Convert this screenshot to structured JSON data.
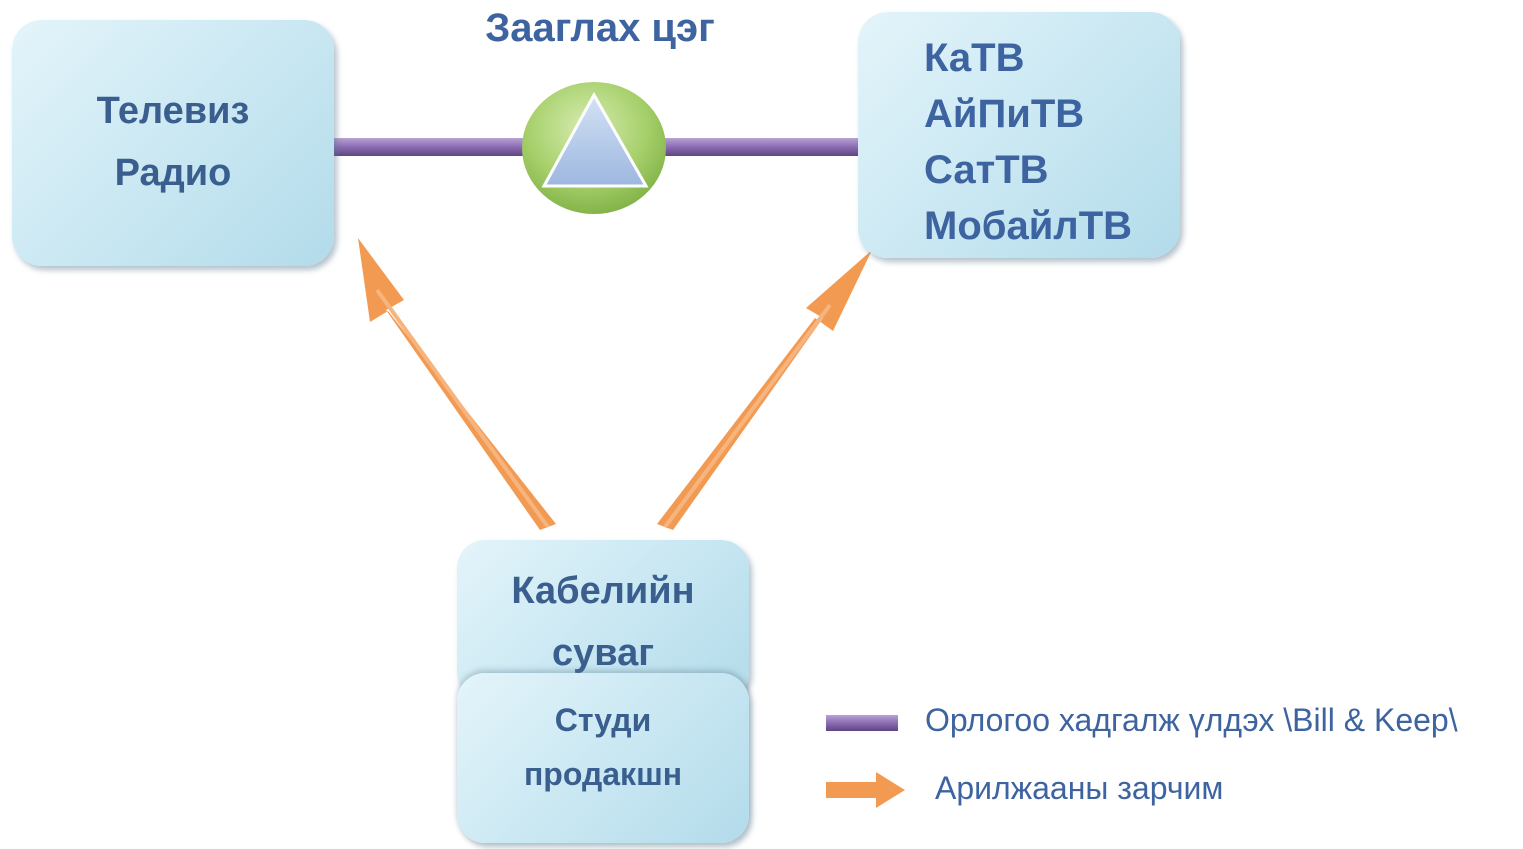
{
  "gateway": {
    "title": "Зааглах цэг"
  },
  "nodes": {
    "broadcast": {
      "lines": [
        "Телевиз",
        "Радио"
      ]
    },
    "platforms": {
      "lines": [
        "КаТВ",
        "АйПиТВ",
        "СатТВ",
        "МобайлТВ"
      ]
    },
    "cable_channel": {
      "lines": [
        "Кабелийн",
        "суваг"
      ]
    },
    "studio": {
      "lines": [
        "Студи",
        "продакшн"
      ]
    }
  },
  "legend": {
    "bill_and_keep": "Орлогоо хадгалж үлдэх \\Bill & Keep\\",
    "trade_principle": "Арилжааны зарчим"
  },
  "colors": {
    "box_text": "#3a5f8f",
    "purple_link": "#8e6bb0",
    "orange_arrow": "#f4a35c",
    "gateway_circle": "#9cc95a",
    "gateway_triangle": "#a9c2e6"
  }
}
